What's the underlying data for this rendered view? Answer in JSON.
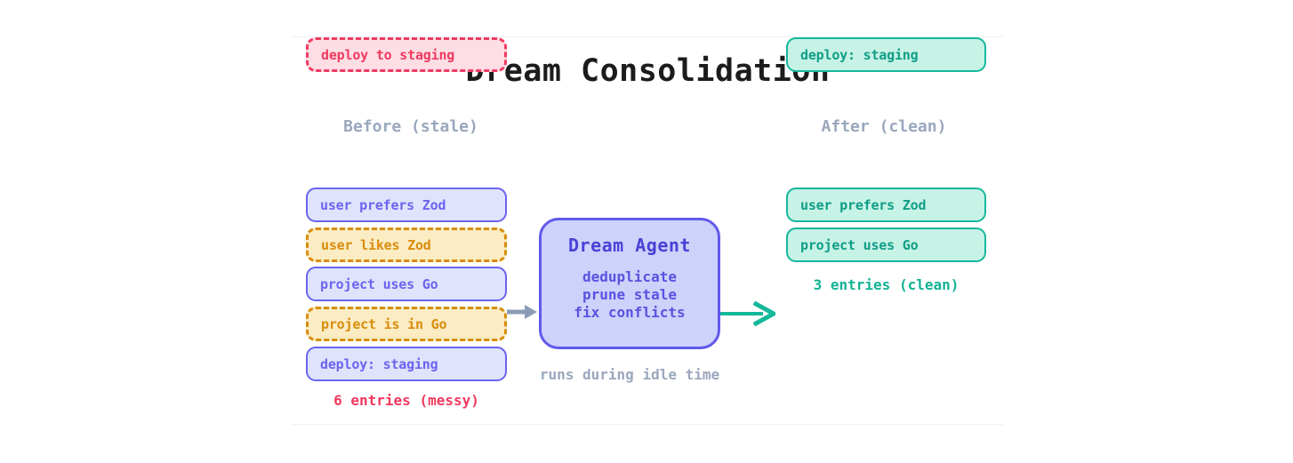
{
  "diagram": {
    "title": "Dream Consolidation",
    "before": {
      "header": "Before (stale)",
      "footer": "6 entries (messy)",
      "entries": [
        {
          "text": "user prefers Zod",
          "variant": "blue"
        },
        {
          "text": "user likes Zod",
          "variant": "orange"
        },
        {
          "text": "project uses Go",
          "variant": "blue"
        },
        {
          "text": "project is in Go",
          "variant": "orange"
        },
        {
          "text": "deploy: staging",
          "variant": "blue"
        },
        {
          "text": "deploy to staging",
          "variant": "red"
        }
      ]
    },
    "agent": {
      "title": "Dream Agent",
      "actions": [
        "deduplicate",
        "prune stale",
        "fix conflicts"
      ],
      "caption": "runs during idle time"
    },
    "after": {
      "header": "After (clean)",
      "footer": "3 entries (clean)",
      "entries": [
        {
          "text": "user prefers Zod",
          "variant": "teal"
        },
        {
          "text": "project uses Go",
          "variant": "teal"
        },
        {
          "text": "deploy: staging",
          "variant": "teal"
        }
      ]
    },
    "arrows": {
      "input_label": "input-arrow",
      "output_label": "output-arrow"
    }
  },
  "colors": {
    "blue_border": "#6c63f0",
    "blue_fill": "#dfe3fb",
    "orange_border": "#d98d0c",
    "orange_fill": "#fbecc3",
    "red_border": "#f03a5f",
    "red_fill": "#fddee5",
    "teal_border": "#15b89b",
    "teal_fill": "#c7f2e6",
    "agent_border": "#6159ec",
    "agent_fill": "#ccd2fa",
    "muted_text": "#9aa7bd",
    "arrow_in": "#8c9bb5",
    "arrow_out": "#15b89b"
  }
}
